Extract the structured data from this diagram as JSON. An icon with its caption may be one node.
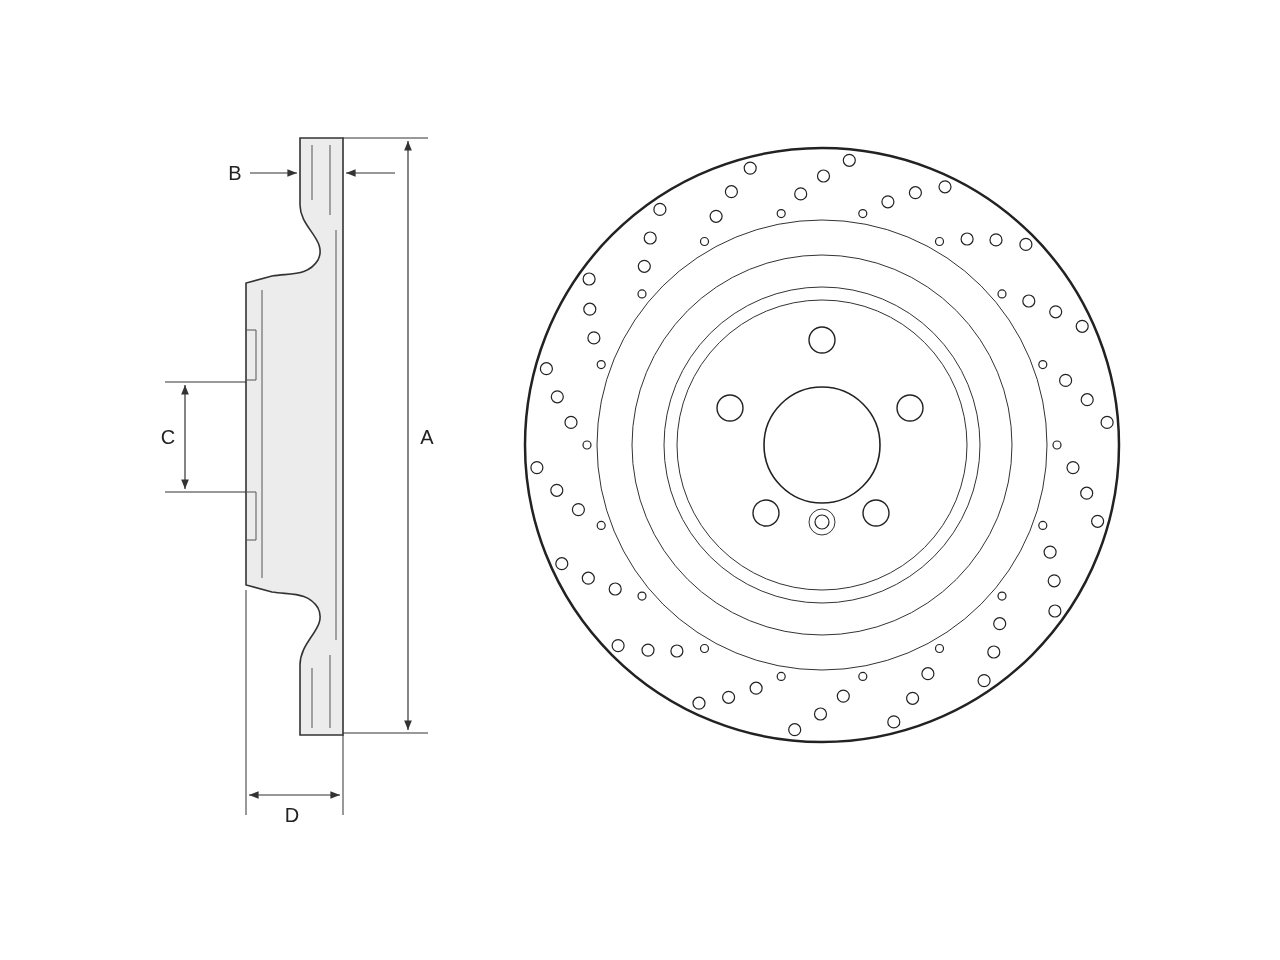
{
  "diagram": {
    "labels": [
      "B",
      "C",
      "A",
      "D"
    ]
  }
}
